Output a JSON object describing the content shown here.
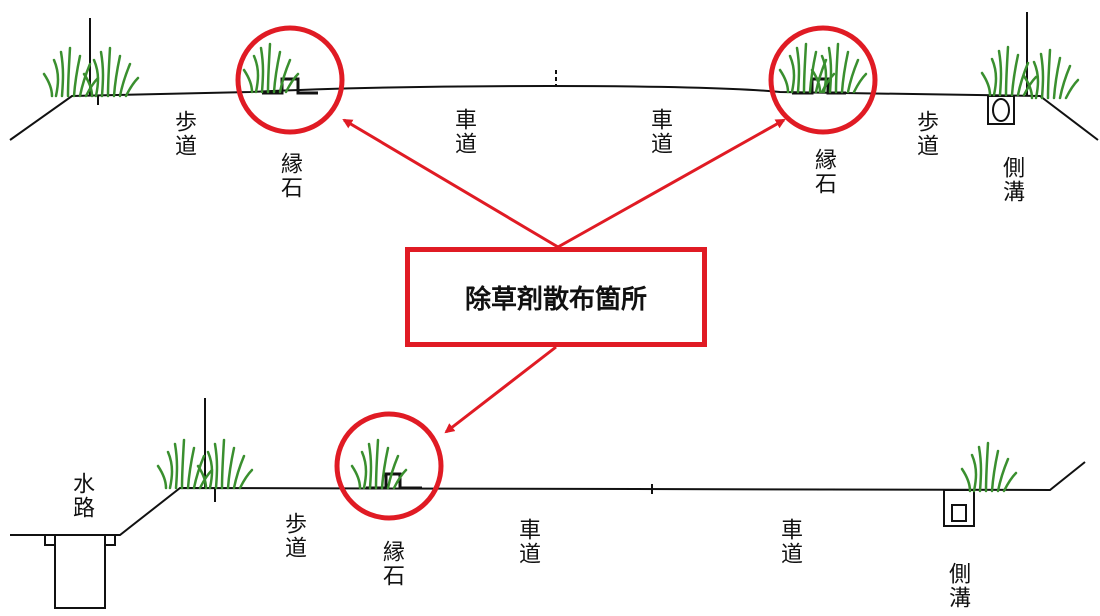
{
  "callout": {
    "text": "除草剤散布箇所"
  },
  "colors": {
    "accent": "#e01b24",
    "line": "#111111",
    "grass": "#3a8f2f"
  },
  "icons": [
    "grass-icon",
    "curb-stone-icon",
    "gutter-icon",
    "pole-icon"
  ],
  "top_section": {
    "labels": [
      "歩道",
      "縁石",
      "車道",
      "車道",
      "縁石",
      "歩道",
      "側溝"
    ]
  },
  "bottom_section": {
    "labels": [
      "水路",
      "歩道",
      "縁石",
      "車道",
      "車道",
      "側溝"
    ]
  }
}
